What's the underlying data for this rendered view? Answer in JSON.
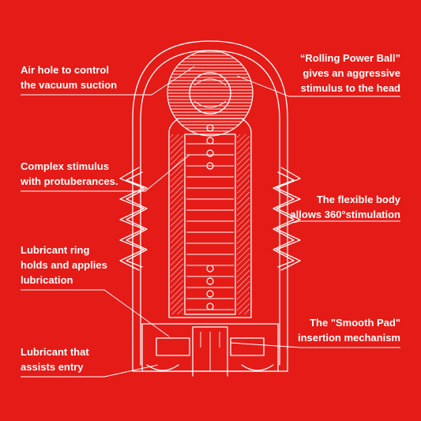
{
  "colors": {
    "background": "#e41b17",
    "line": "#ffffff"
  },
  "callouts": [
    {
      "id": "air-hole",
      "side": "left",
      "lines": [
        "Air hole to control",
        "the vacuum suction"
      ]
    },
    {
      "id": "complex-stimulus",
      "side": "left",
      "lines": [
        "Complex stimulus",
        "with protuberances."
      ]
    },
    {
      "id": "lubricant-ring",
      "side": "left",
      "lines": [
        "Lubricant ring",
        "holds and applies",
        "lubrication"
      ]
    },
    {
      "id": "lubricant-entry",
      "side": "left",
      "lines": [
        "Lubricant that",
        "assists entry"
      ]
    },
    {
      "id": "power-ball",
      "side": "right",
      "lines": [
        "“Rolling Power Ball”",
        "gives an aggressive",
        "stimulus to the head"
      ]
    },
    {
      "id": "flexible-body",
      "side": "right",
      "lines": [
        "The flexible body",
        "allows 360°stimulation"
      ]
    },
    {
      "id": "smooth-pad",
      "side": "right",
      "lines": [
        "The \"Smooth Pad\"",
        "insertion mechanism"
      ]
    }
  ]
}
